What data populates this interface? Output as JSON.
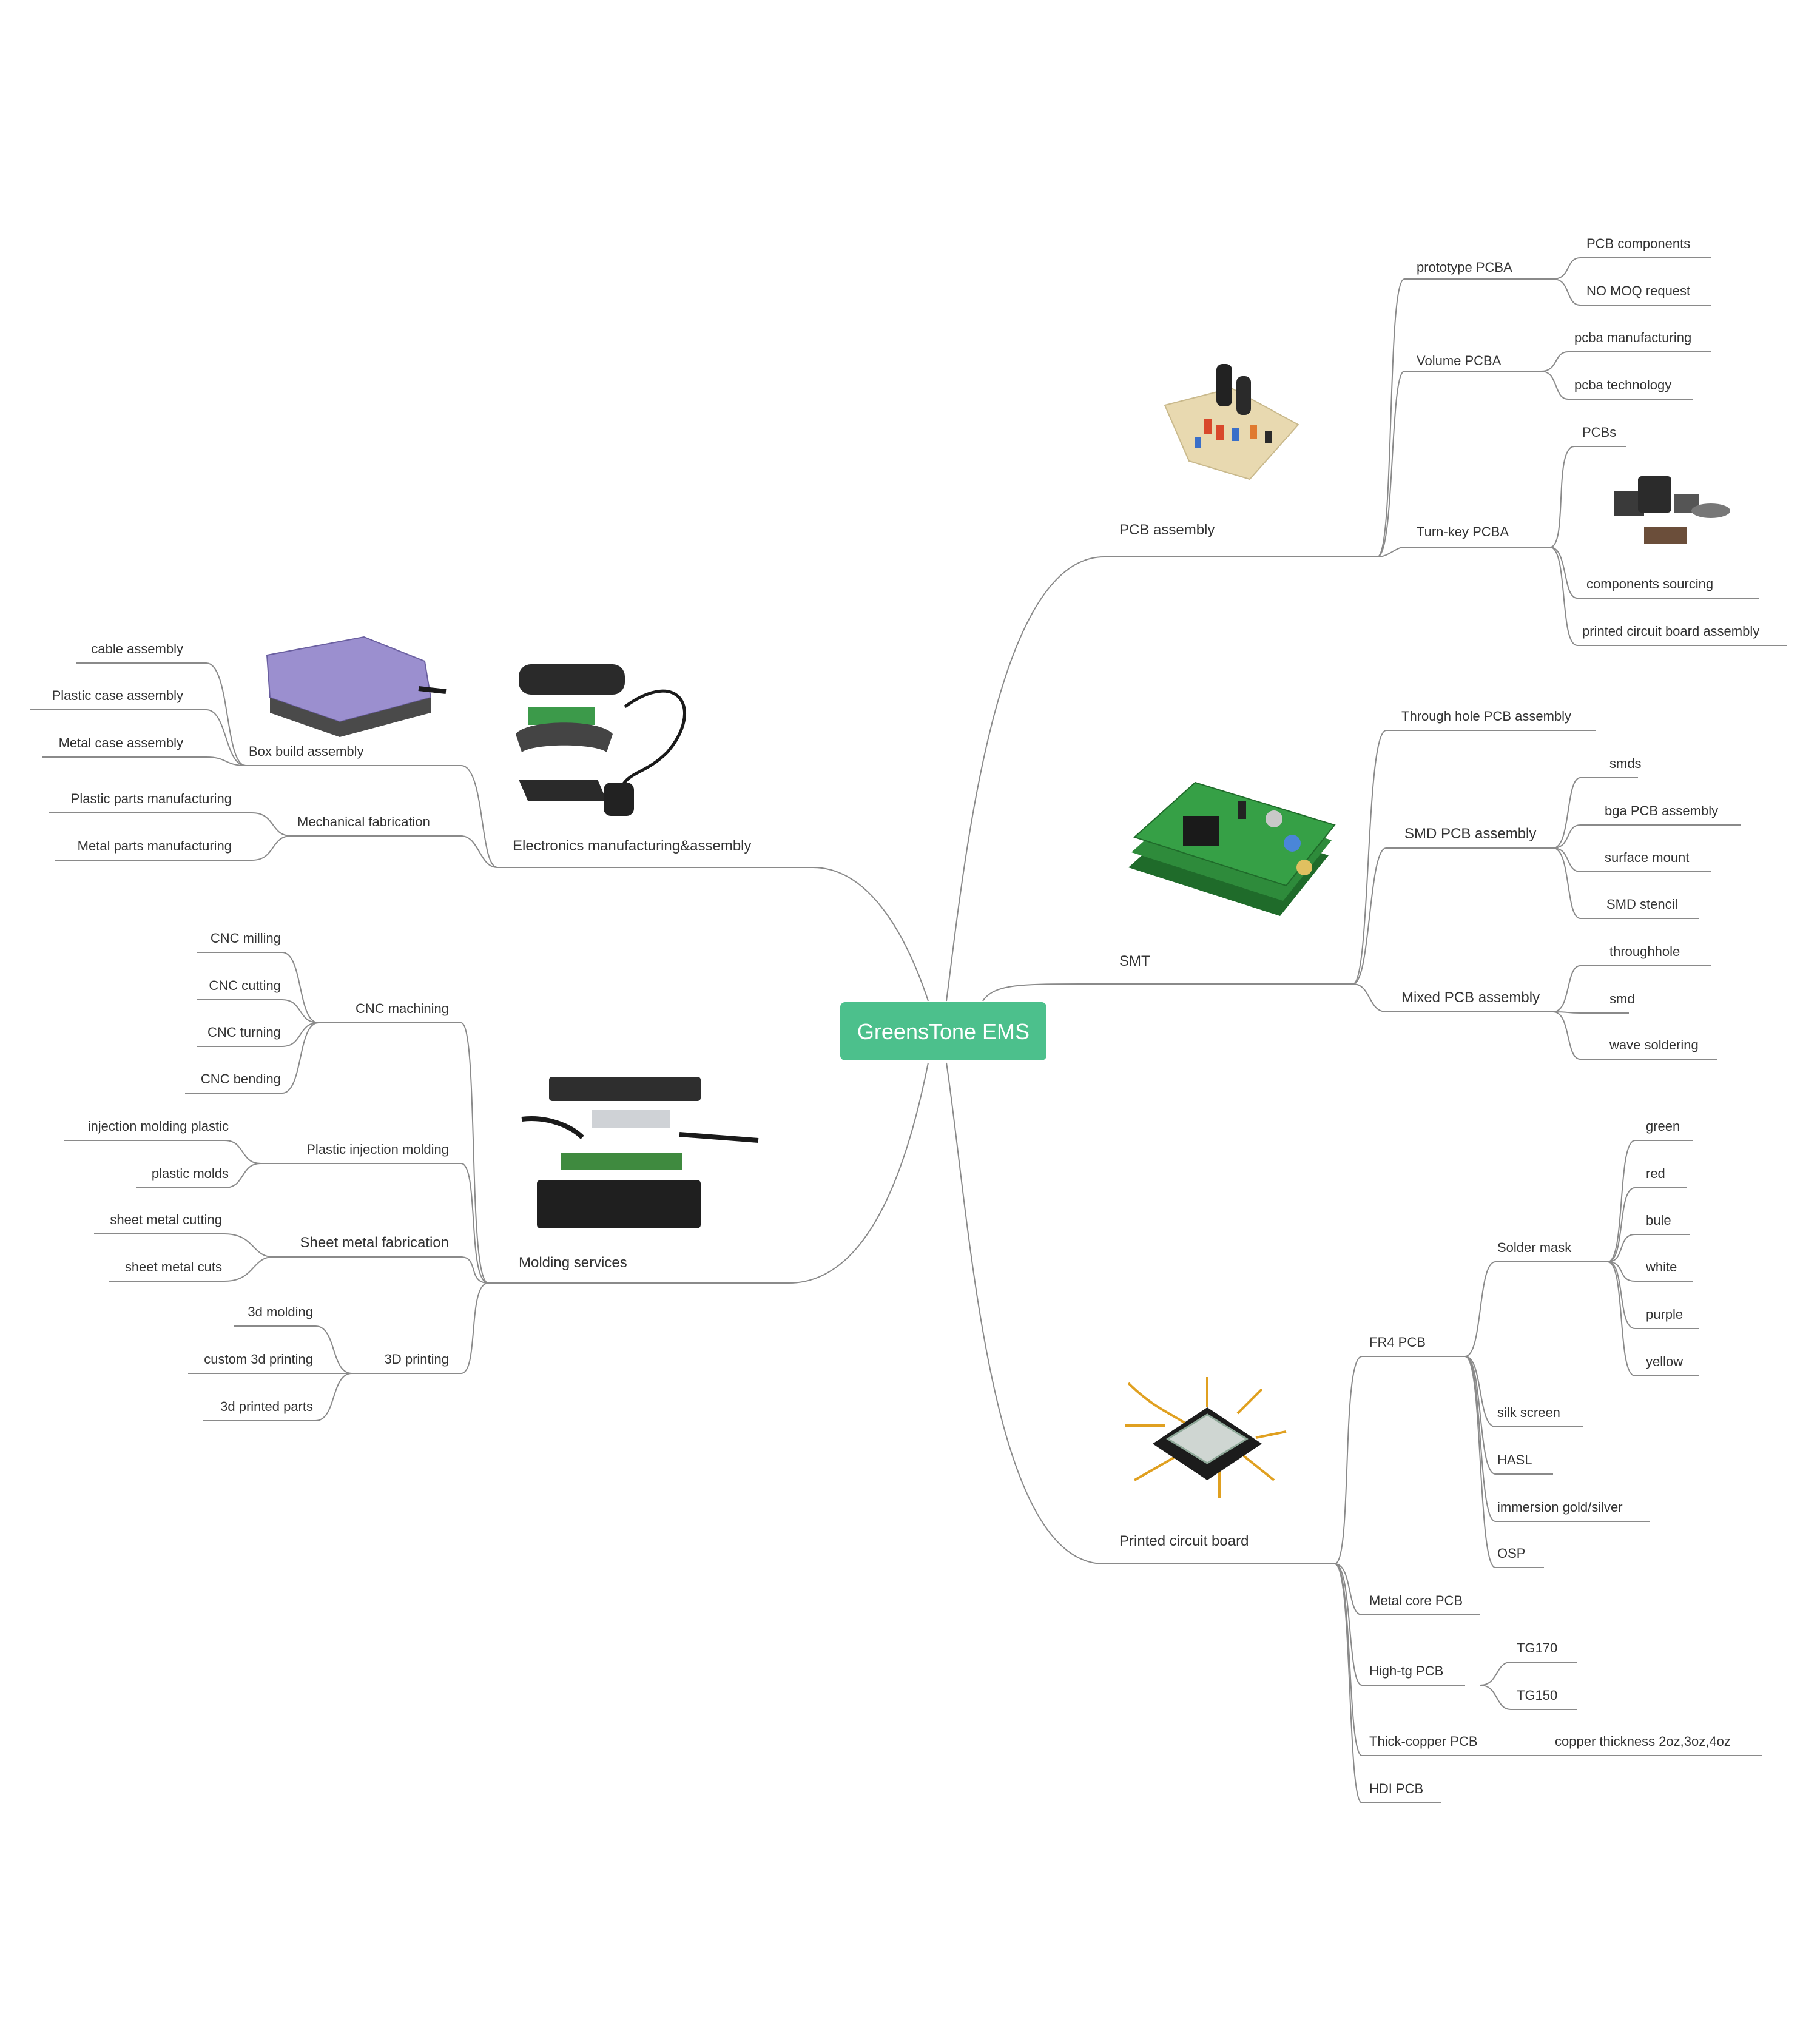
{
  "root": "GreensTone EMS",
  "colors": {
    "root_fill": "#4cc08c",
    "line": "#8a8a8a",
    "text": "#333333"
  },
  "branches": {
    "pcb_assembly": {
      "label": "PCB assembly",
      "prototype": {
        "label": "prototype PCBA",
        "children": [
          "PCB components",
          "NO MOQ request"
        ]
      },
      "volume": {
        "label": "Volume PCBA",
        "children": [
          "pcba manufacturing",
          "pcba technology"
        ]
      },
      "turnkey": {
        "label": "Turn-key PCBA",
        "children": [
          "PCBs",
          "components sourcing",
          "printed circuit board assembly"
        ]
      }
    },
    "smt": {
      "label": "SMT",
      "through_hole": "Through hole PCB assembly",
      "smd": {
        "label": "SMD PCB assembly",
        "children": [
          "smds",
          "bga PCB assembly",
          "surface mount",
          "SMD stencil"
        ]
      },
      "mixed": {
        "label": "Mixed PCB assembly",
        "children": [
          "throughhole",
          "smd",
          "wave soldering"
        ]
      }
    },
    "pcb": {
      "label": "Printed circuit board",
      "fr4": {
        "label": "FR4 PCB",
        "solder_mask": {
          "label": "Solder mask",
          "children": [
            "green",
            "red",
            "bule",
            "white",
            "purple",
            "yellow"
          ]
        },
        "children": [
          "silk screen",
          "HASL",
          "immersion gold/silver",
          "OSP"
        ]
      },
      "metal_core": "Metal core PCB",
      "high_tg": {
        "label": "High-tg PCB",
        "children": [
          "TG170",
          "TG150"
        ]
      },
      "thick_copper": {
        "label": "Thick-copper PCB",
        "children": [
          "copper thickness 2oz,3oz,4oz"
        ]
      },
      "hdi": "HDI PCB"
    },
    "electronics": {
      "label": "Electronics manufacturing&assembly",
      "box_build": {
        "label": "Box build assembly",
        "children": [
          "cable assembly",
          "Plastic case assembly",
          "Metal case assembly"
        ]
      },
      "mechanical": {
        "label": "Mechanical fabrication",
        "children": [
          "Plastic parts manufacturing",
          "Metal parts manufacturing"
        ]
      }
    },
    "molding": {
      "label": "Molding services",
      "cnc": {
        "label": "CNC machining",
        "children": [
          "CNC milling",
          "CNC cutting",
          "CNC turning",
          "CNC bending"
        ]
      },
      "injection": {
        "label": "Plastic injection molding",
        "children": [
          "injection molding plastic",
          "plastic molds"
        ]
      },
      "sheet_metal": {
        "label": "Sheet metal fabrication",
        "children": [
          "sheet metal cutting",
          "sheet metal cuts"
        ]
      },
      "printing3d": {
        "label": "3D printing",
        "children": [
          "3d molding",
          "custom 3d printing",
          "3d printed parts"
        ]
      }
    }
  }
}
